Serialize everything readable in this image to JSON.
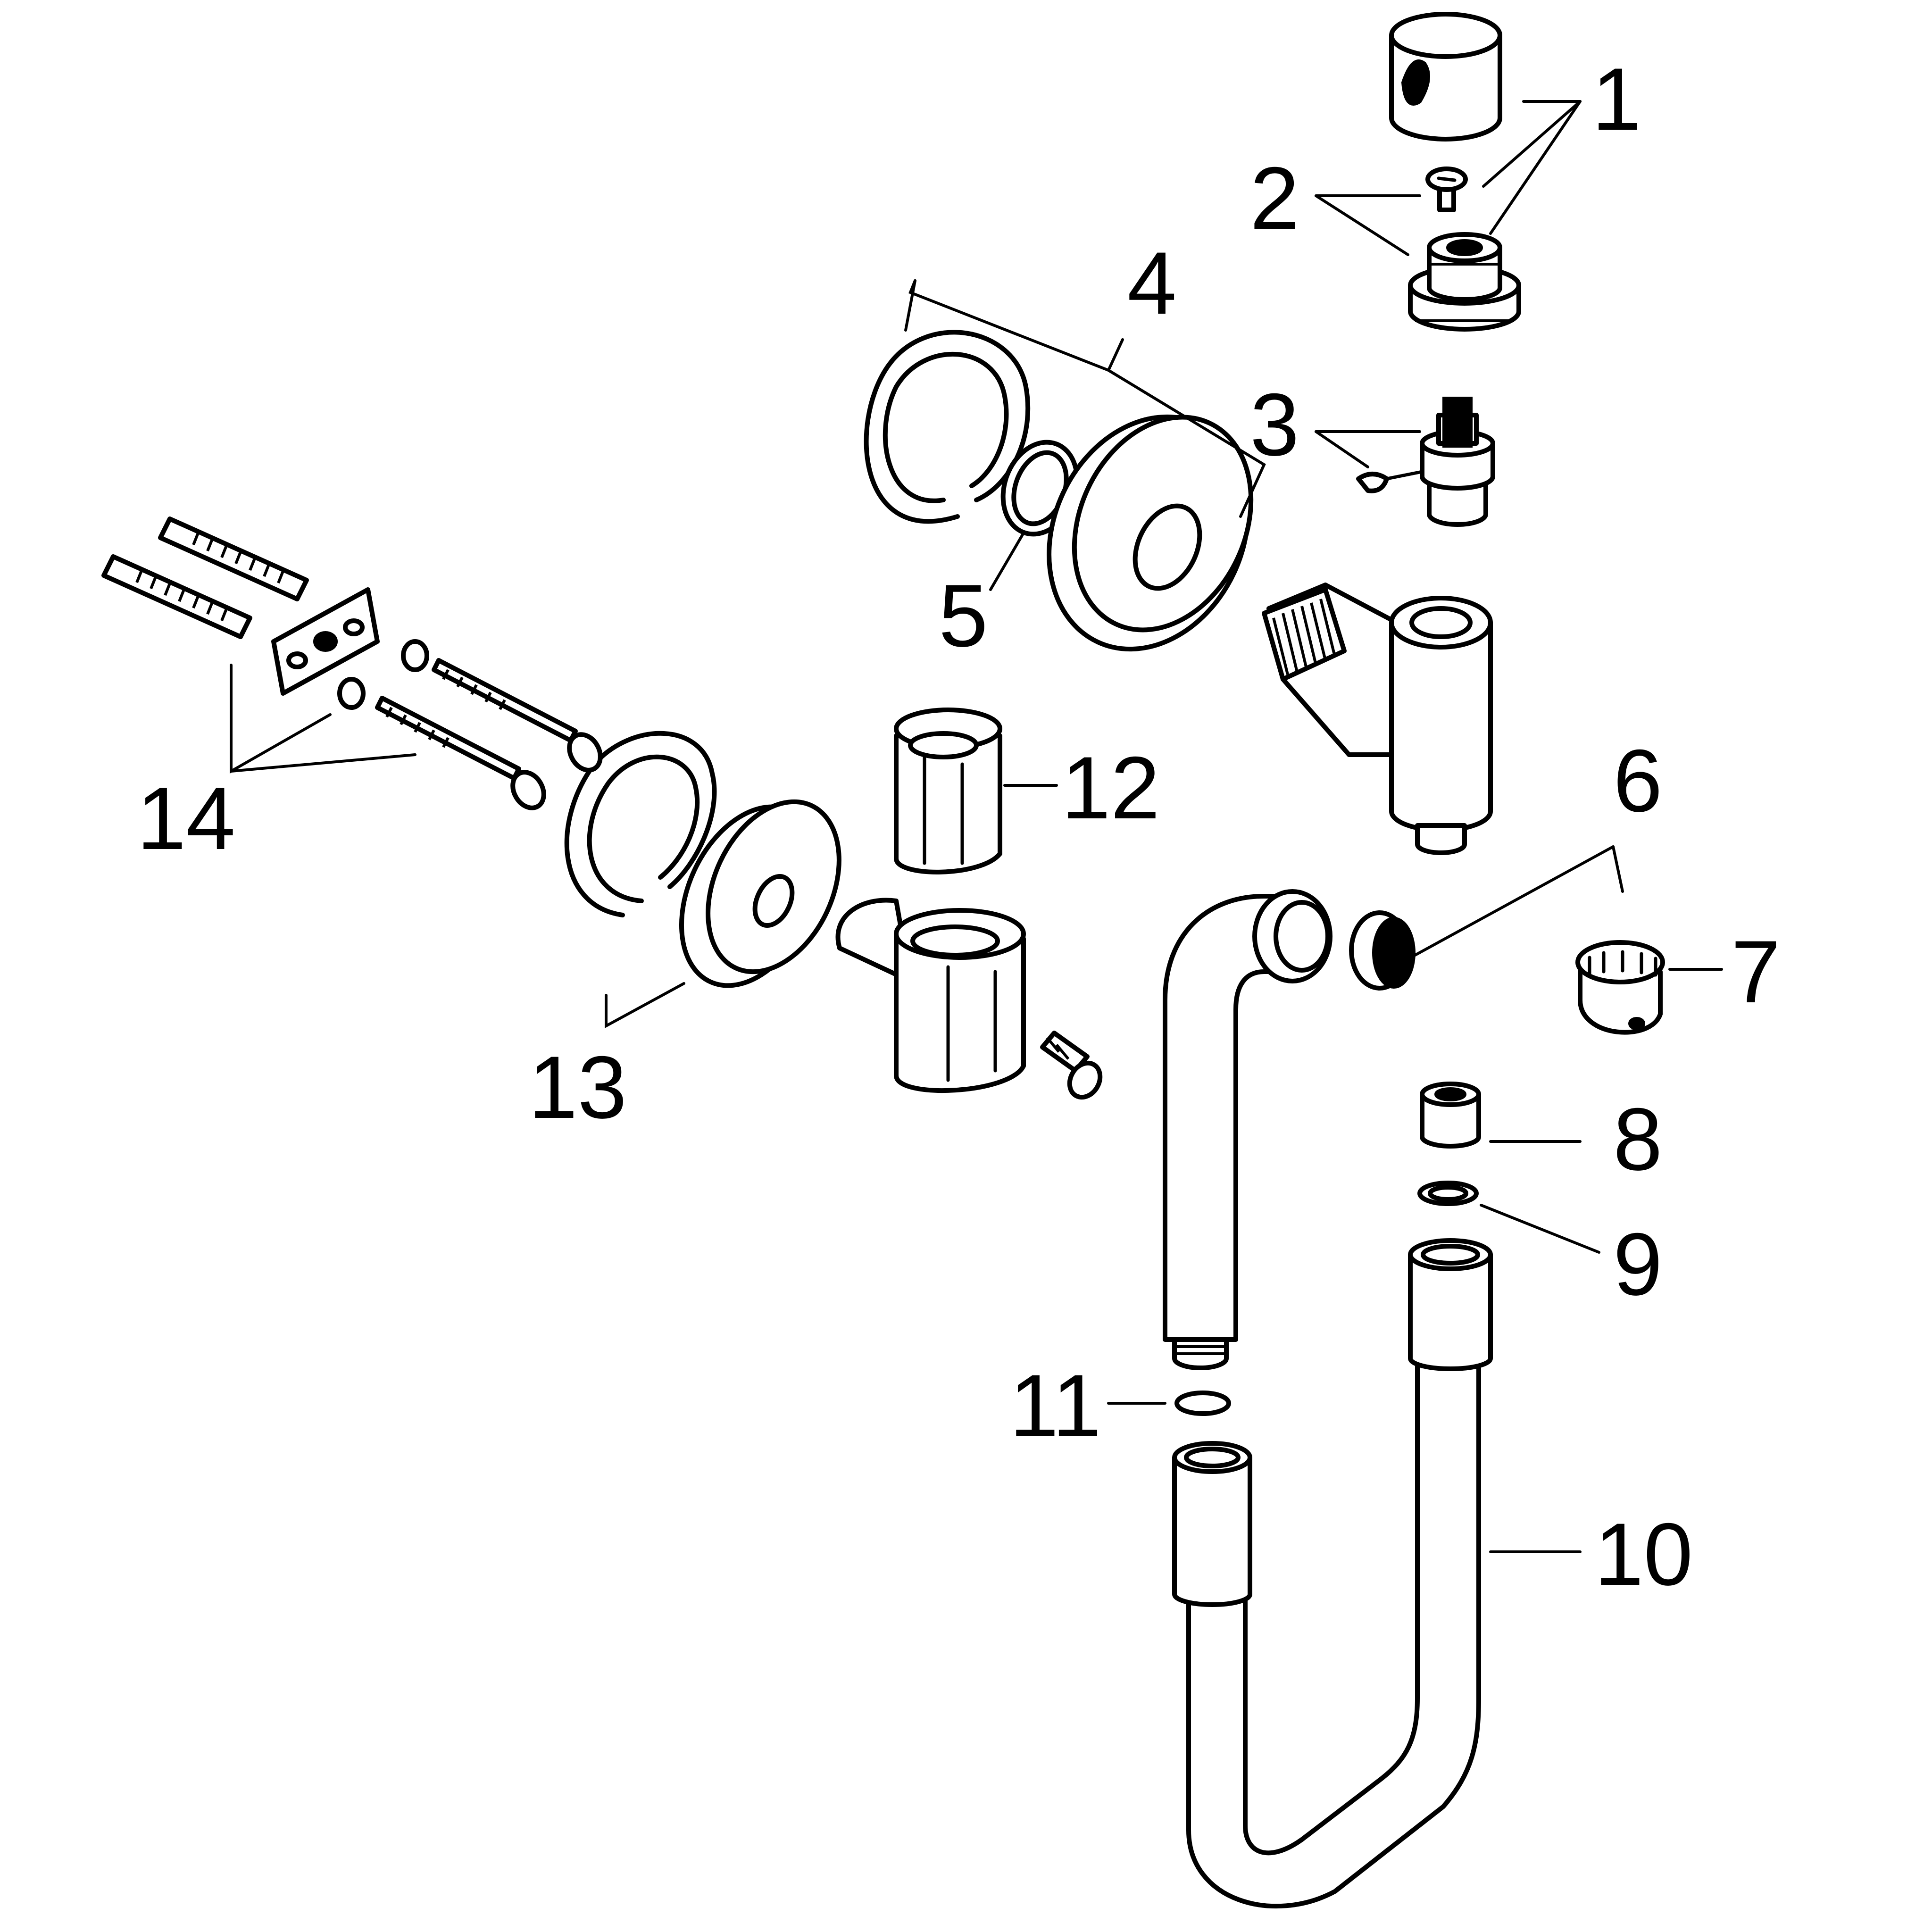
{
  "diagram": {
    "type": "exploded-parts-diagram",
    "callouts": [
      {
        "id": "1",
        "label": "1"
      },
      {
        "id": "2",
        "label": "2"
      },
      {
        "id": "3",
        "label": "3"
      },
      {
        "id": "4",
        "label": "4"
      },
      {
        "id": "5",
        "label": "5"
      },
      {
        "id": "6",
        "label": "6"
      },
      {
        "id": "7",
        "label": "7"
      },
      {
        "id": "8",
        "label": "8"
      },
      {
        "id": "9",
        "label": "9"
      },
      {
        "id": "10",
        "label": "10"
      },
      {
        "id": "11",
        "label": "11"
      },
      {
        "id": "12",
        "label": "12"
      },
      {
        "id": "13",
        "label": "13"
      },
      {
        "id": "14",
        "label": "14"
      }
    ],
    "colors": {
      "line": "#000000",
      "background": "#ffffff"
    }
  }
}
